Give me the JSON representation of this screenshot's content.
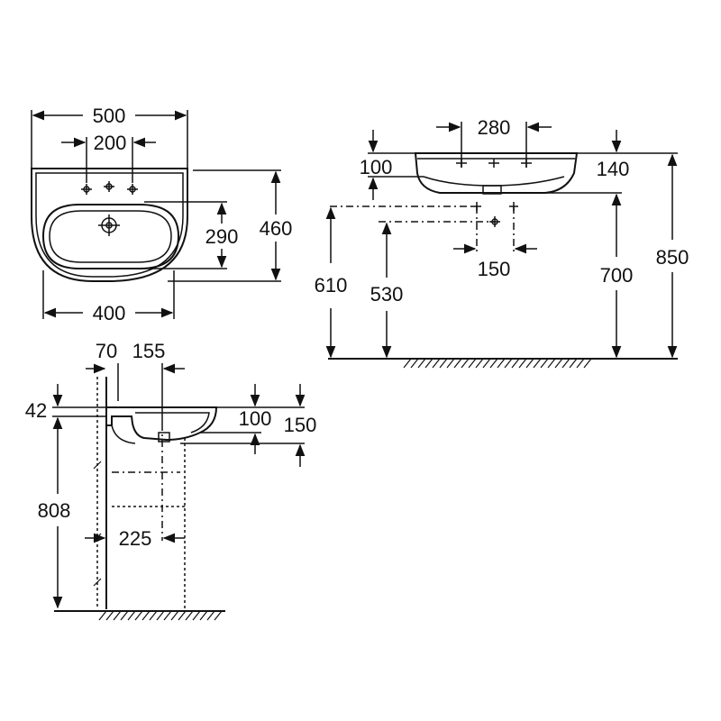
{
  "top_view": {
    "width_overall": "500",
    "tap_hole_spacing": "200",
    "bowl_depth": "290",
    "depth_overall": "460",
    "bowl_width": "400"
  },
  "front_view": {
    "bracket_spacing": "280",
    "rim_height": "100",
    "basin_height": "140",
    "height_to_fixing": "610",
    "waste_height": "530",
    "waste_offset": "150",
    "height_to_underside": "700",
    "height_to_rim": "850"
  },
  "side_view": {
    "wall_to_tap": "70",
    "tap_to_waste": "155",
    "rim_thickness": "42",
    "bowl_depth": "100",
    "basin_depth": "150",
    "height_to_bottom": "808",
    "waste_projection": "225"
  }
}
